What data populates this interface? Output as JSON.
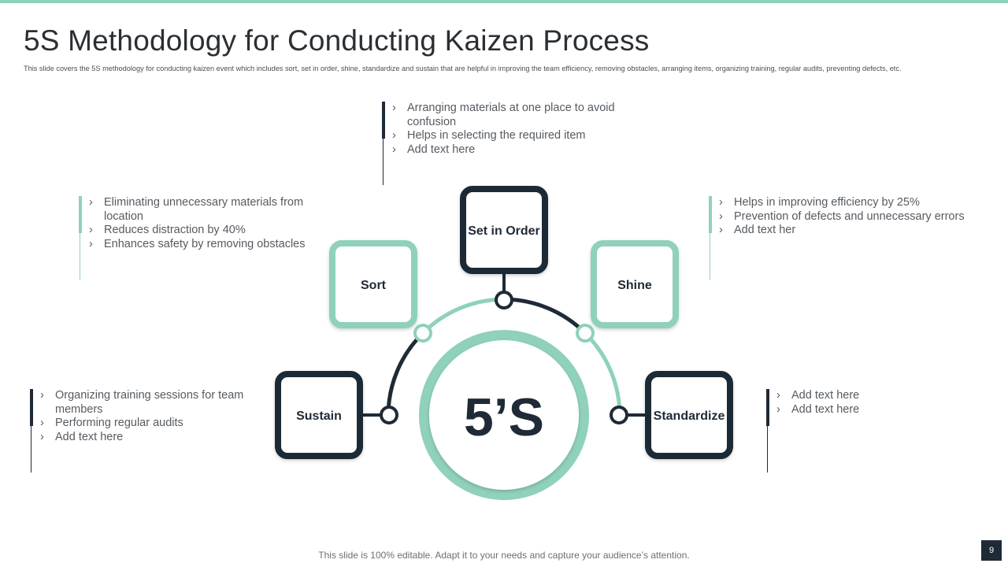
{
  "slide": {
    "title": "5S Methodology  for Conducting Kaizen Process",
    "subtitle": "This slide covers the 5S methodology for conducting kaizen event which includes sort, set in order, shine, standardize and sustain that are helpful in improving the team efficiency, removing obstacles, arranging items, organizing training, regular audits, preventing defects, etc.",
    "footer": "This slide is 100% editable. Adapt it to your needs and capture your audience’s attention.",
    "page_number": "9"
  },
  "center": {
    "label": "5’S"
  },
  "steps": [
    {
      "id": "sort",
      "label": "Sort",
      "style": "teal",
      "bullets": [
        "Eliminating unnecessary materials from location",
        "Reduces distraction  by 40%",
        "Enhances safety by removing obstacles"
      ]
    },
    {
      "id": "set-in-order",
      "label": "Set in Order",
      "style": "dark",
      "bullets": [
        "Arranging materials at one place to avoid confusion",
        "Helps in selecting the required item",
        "Add text here"
      ]
    },
    {
      "id": "shine",
      "label": "Shine",
      "style": "teal",
      "bullets": [
        "Helps in improving efficiency by 25%",
        "Prevention of defects and unnecessary errors",
        "Add text her"
      ]
    },
    {
      "id": "standardize",
      "label": "Standardize",
      "style": "dark",
      "bullets": [
        "Add text here",
        "Add text here"
      ]
    },
    {
      "id": "sustain",
      "label": "Sustain",
      "style": "dark",
      "bullets": [
        "Organizing training sessions for team members",
        "Performing regular audits",
        "Add text here"
      ]
    }
  ],
  "colors": {
    "dark": "#1f2a36",
    "teal": "#8fd1bb",
    "text": "#555b61"
  }
}
